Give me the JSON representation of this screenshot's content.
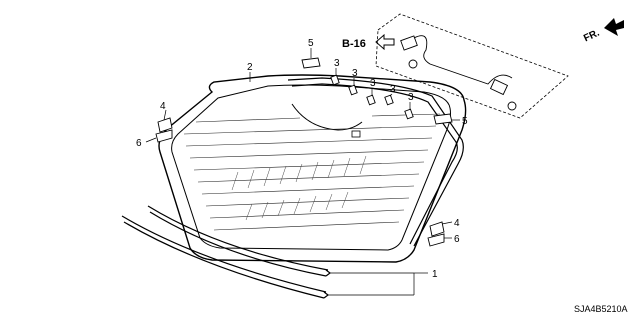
{
  "diagram": {
    "code": "SJA4B5210A",
    "ref": "B-16",
    "direction": "FR.",
    "callouts": {
      "glass": "2",
      "molding": "1",
      "dam_rubber": "3",
      "fastener_a": "4",
      "fastener_b": "5",
      "spacer": "6"
    }
  }
}
